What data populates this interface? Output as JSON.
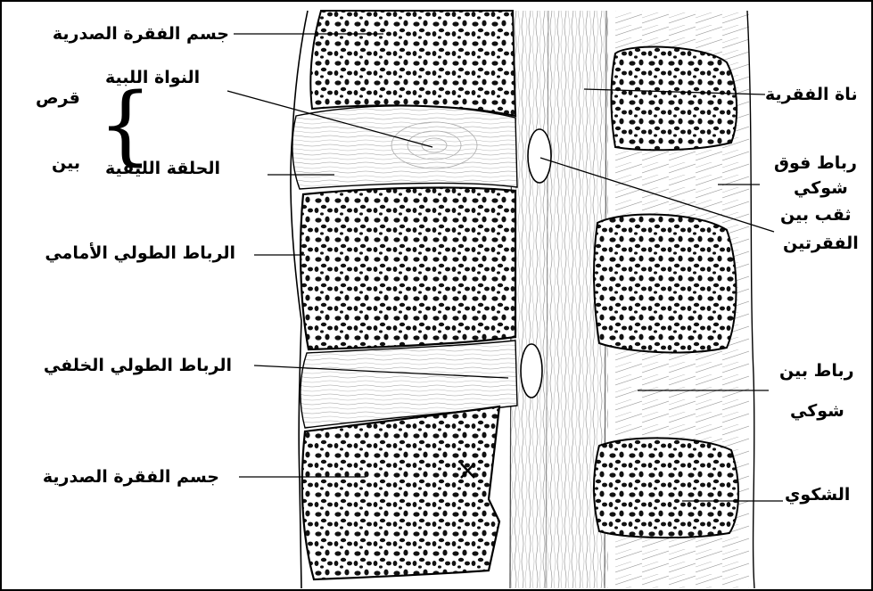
{
  "labels": {
    "vertebral_body_top": "جسم الفقرة الصدرية",
    "nucleus_pulposus": "النواة اللبية",
    "disc": "قرص",
    "between": "بين",
    "annulus_fibrosus": "الحلقة الليفية",
    "anterior_longitudinal_ligament": "الرباط الطولي الأمامي",
    "posterior_longitudinal_ligament": "الرباط الطولي الخلفي",
    "vertebral_body_bottom": "جسم الفقرة الصدرية",
    "vertebral_canal": "ناة الفقرية",
    "supraspinous_ligament_1": "رباط فوق",
    "supraspinous_ligament_2": "شوكي",
    "intervertebral_foramen_1": "ثقب بين",
    "intervertebral_foramen_2": "الفقرتين",
    "interspinous_ligament_1": "رباط بين",
    "interspinous_ligament_2": "شوكي",
    "spinous_process": "الشكوي"
  }
}
